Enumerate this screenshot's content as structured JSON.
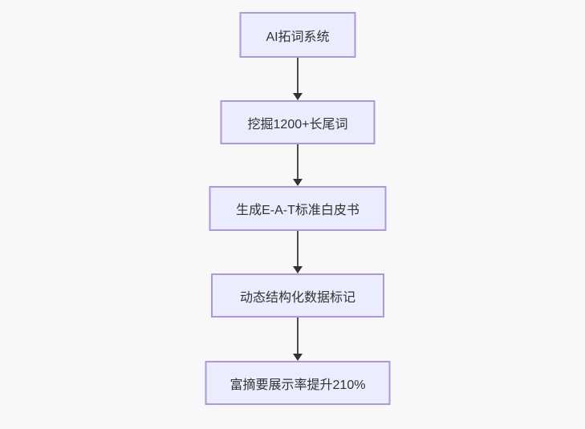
{
  "diagram": {
    "type": "flowchart",
    "direction": "top-down",
    "nodes": [
      {
        "id": "A",
        "label": "AI拓词系统"
      },
      {
        "id": "B",
        "label": "挖掘1200+长尾词"
      },
      {
        "id": "C",
        "label": "生成E-A-T标准白皮书"
      },
      {
        "id": "D",
        "label": "动态结构化数据标记"
      },
      {
        "id": "E",
        "label": "富摘要展示率提升210%"
      }
    ],
    "edges": [
      {
        "from": "AI拓词系统",
        "to": "挖掘1200+长尾词",
        "style": "arrow-down"
      },
      {
        "from": "挖掘1200+长尾词",
        "to": "生成E-A-T标准白皮书",
        "style": "arrow-down"
      },
      {
        "from": "生成E-A-T标准白皮书",
        "to": "动态结构化数据标记",
        "style": "arrow-down"
      },
      {
        "from": "动态结构化数据标记",
        "to": "富摘要展示率提升210%",
        "style": "arrow-down"
      }
    ],
    "colors": {
      "background": "#f8f8f8",
      "node_fill": "#ECECFF",
      "node_border": "#ac99dd",
      "edge_line": "#4d4d4d",
      "arrow_head": "#333333",
      "text": "#333333"
    }
  }
}
